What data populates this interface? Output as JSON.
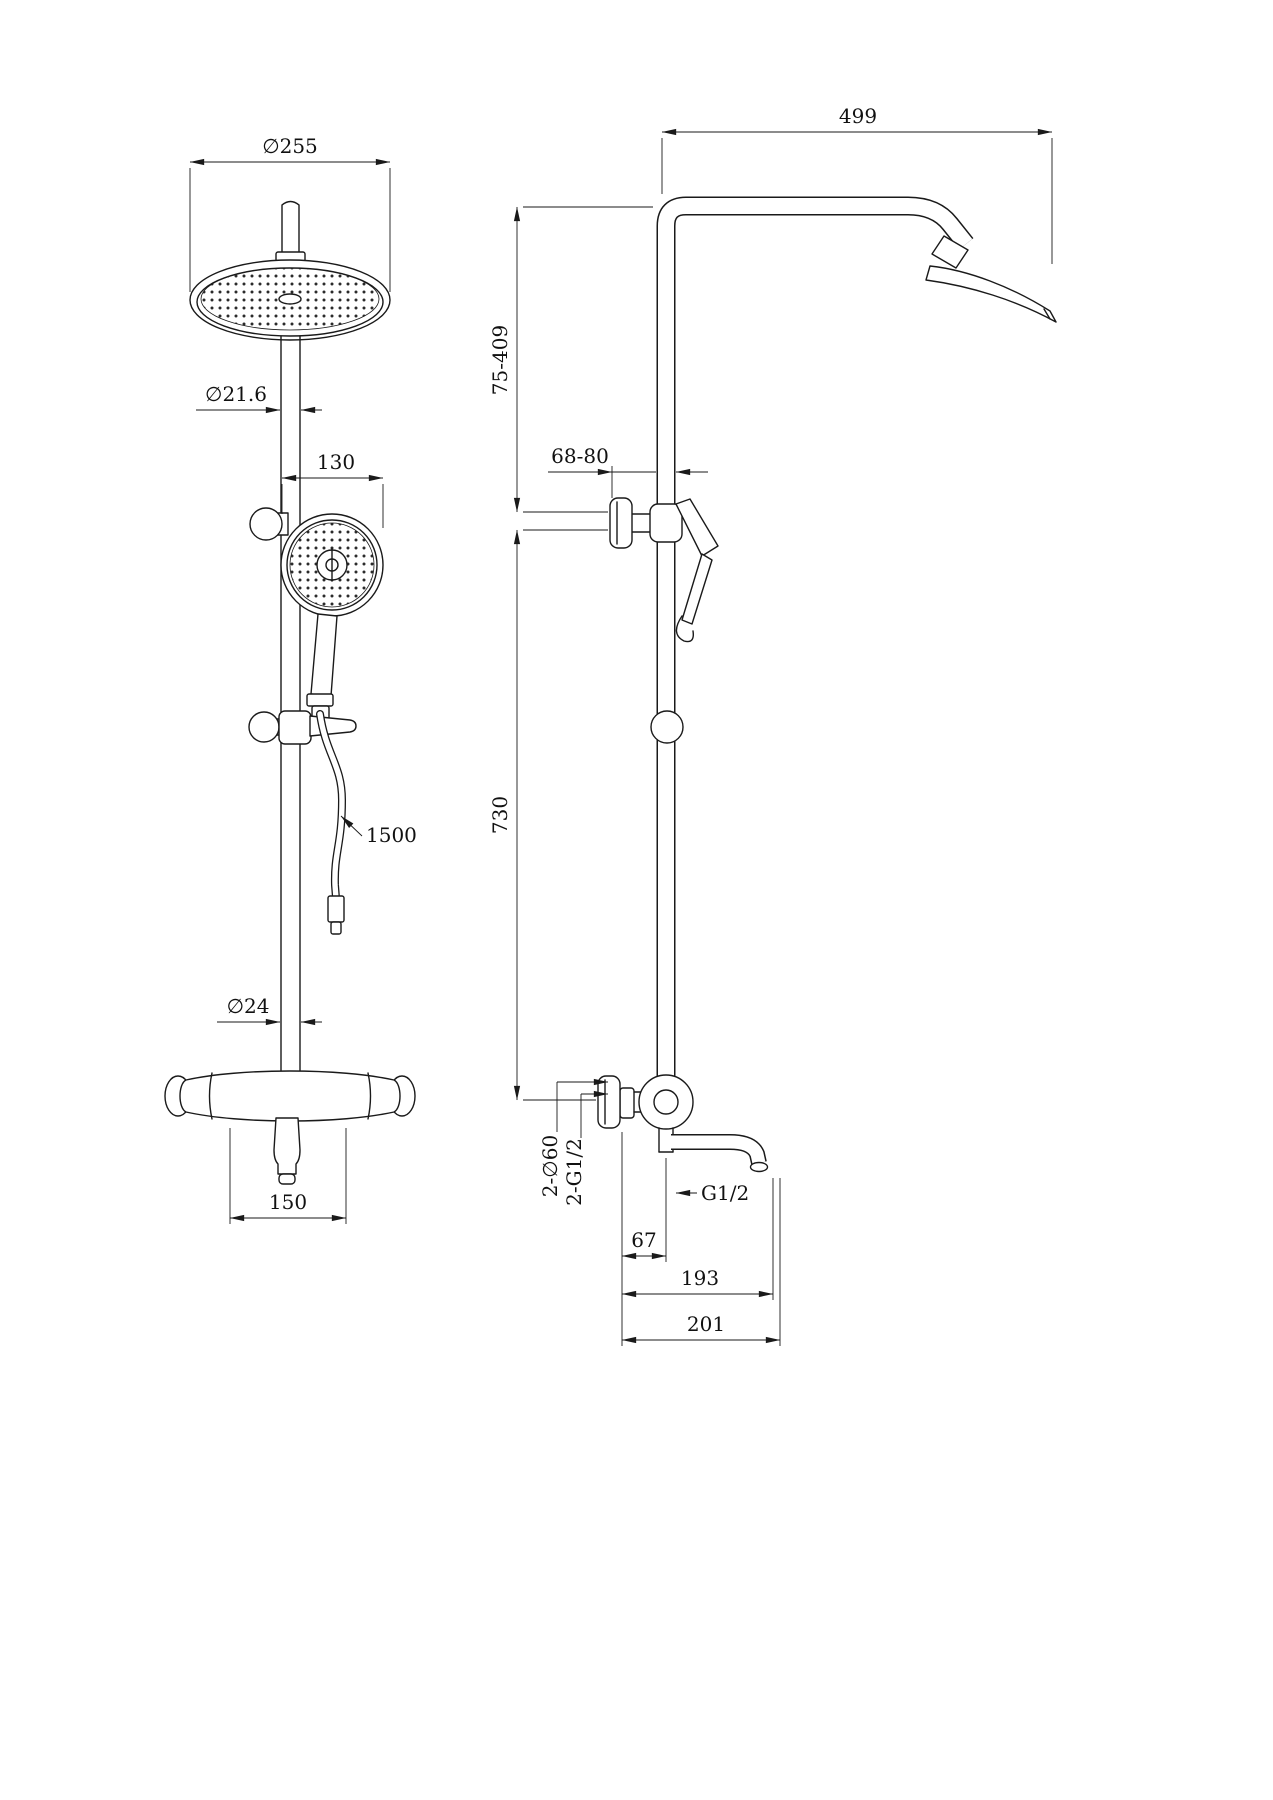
{
  "front_view": {
    "head_diameter": "∅255",
    "upper_pipe_diameter": "∅21.6",
    "hand_shower_diameter": "130",
    "hose_length": "1500",
    "lower_pipe_diameter": "∅24",
    "base_width": "150"
  },
  "side_view": {
    "arm_reach": "499",
    "head_height_range": "75-409",
    "bracket_depth": "68-80",
    "column_height": "730",
    "flange_spec": "2-∅60",
    "connector_spec": "2-G1/2",
    "inlet_thread": "G1/2",
    "spout_offset": "67",
    "spout_reach": "193",
    "spout_overall": "201"
  }
}
